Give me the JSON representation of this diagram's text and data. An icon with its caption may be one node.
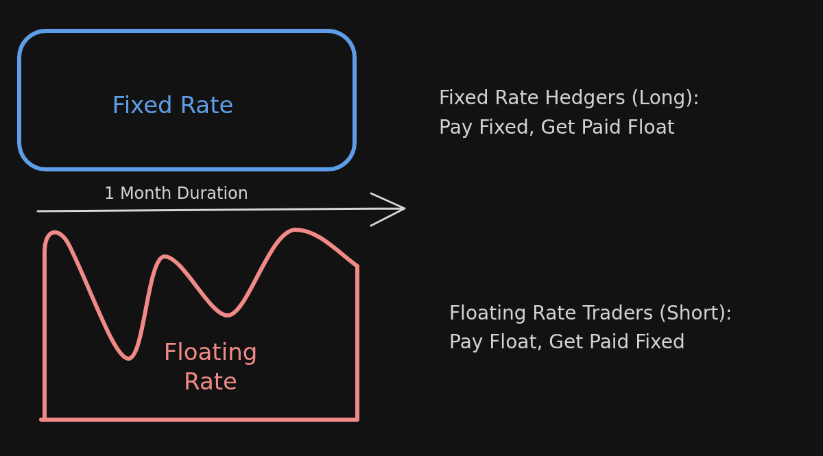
{
  "diagram": {
    "nodes": [
      {
        "text": [
          "Fixed Rate"
        ]
      },
      {
        "text": [
          "Floating Rate"
        ]
      }
    ],
    "labels": [
      "Fixed Rate Hedgers (Long):",
      "Pay Fixed, Get Paid Float",
      "1 Month Duration",
      "Floating Rate Traders (Short):",
      "Pay Float, Get Paid Fixed"
    ]
  }
}
